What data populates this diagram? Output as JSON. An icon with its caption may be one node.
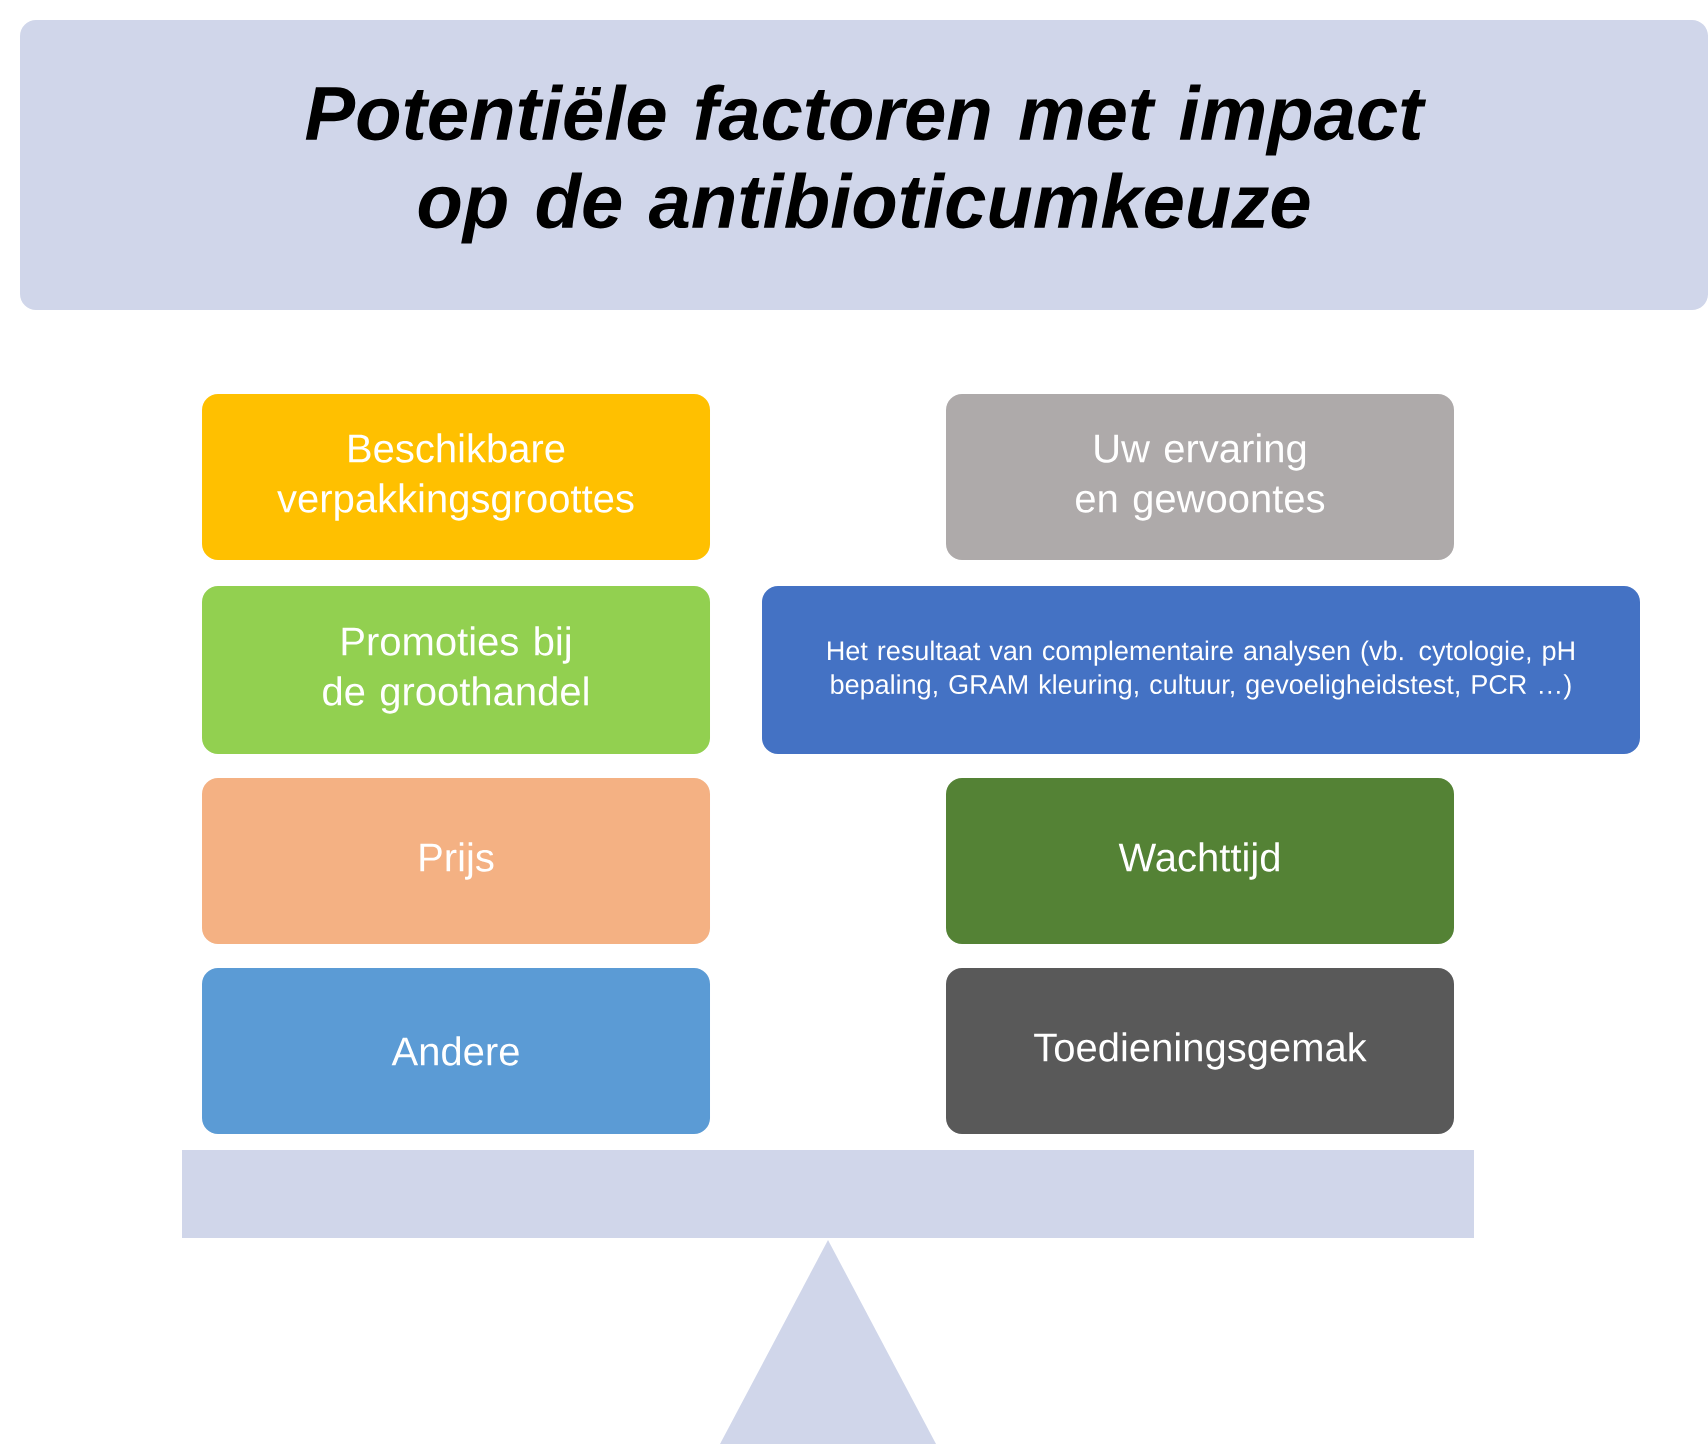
{
  "diagram": {
    "title": "Potentiële factoren met impact op de antibioticumkeuze",
    "nodes": [
      {
        "text": [
          "Beschikbare verpakkingsgroottes"
        ]
      },
      {
        "text": [
          "Uw ervaring en gewoontes"
        ]
      },
      {
        "text": [
          "Promoties bij de groothandel"
        ]
      },
      {
        "text": [
          "Het resultaat van complementaire analysen (vb. cytologie, pH bepaling, GRAM kleuring, cultuur, gevoeligheidstest, PCR …)"
        ]
      },
      {
        "text": [
          "Prijs"
        ]
      },
      {
        "text": [
          "Wachttijd"
        ]
      },
      {
        "text": [
          "Andere"
        ]
      },
      {
        "text": [
          "Toedieningsgemak"
        ]
      }
    ]
  }
}
